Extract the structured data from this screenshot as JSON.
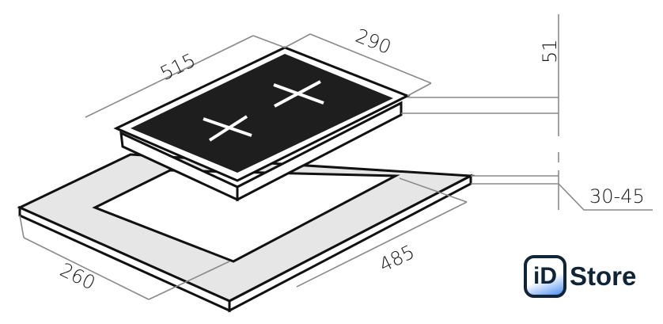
{
  "dimensions": {
    "hob_length": "515",
    "hob_width": "290",
    "hob_height": "51",
    "countertop_thickness": "30-45",
    "cutout_width": "260",
    "cutout_length": "485"
  },
  "logo": {
    "mark": "iD",
    "text": "Store"
  },
  "colors": {
    "dimension_line": "#8a8a8a",
    "glass": "#1e1e1e",
    "frame": "#e6e6e6",
    "logo_dark": "#0f2436",
    "logo_accent": "#4d8ef0"
  }
}
